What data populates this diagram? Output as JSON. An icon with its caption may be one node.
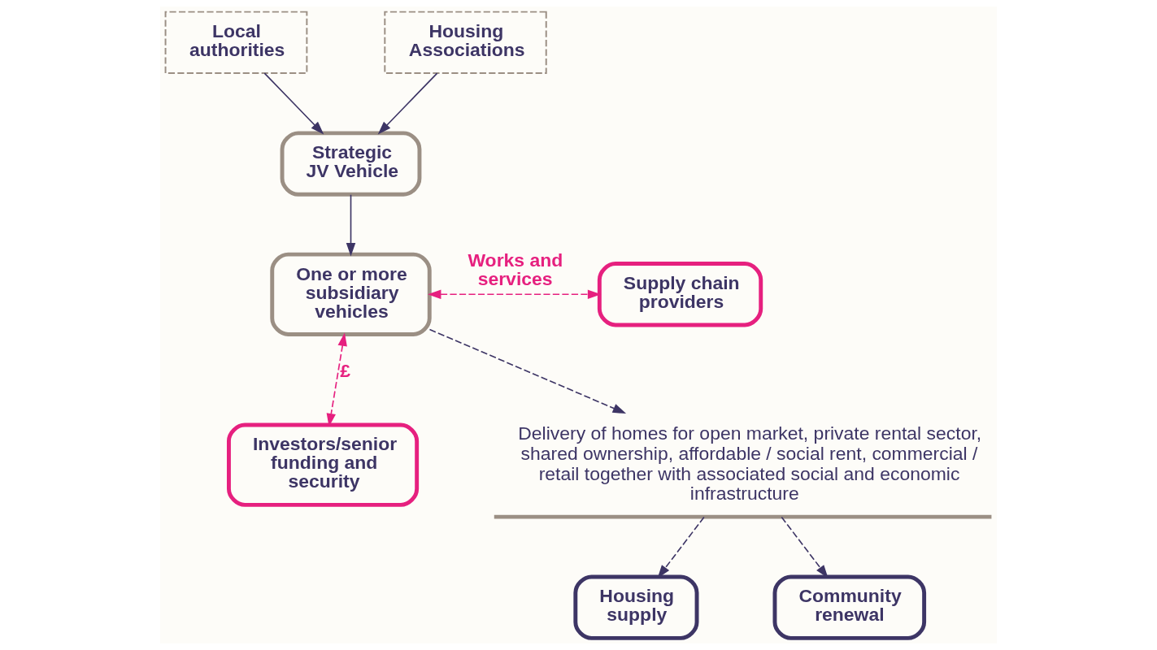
{
  "diagram": {
    "nodes": [
      {
        "text": [
          "Local authorities"
        ]
      },
      {
        "text": [
          "Housing Associations"
        ]
      },
      {
        "text": [
          "Strategic JV Vehicle"
        ]
      },
      {
        "text": [
          "One or more subsidiary vehicles"
        ]
      },
      {
        "text": [
          "Supply chain providers"
        ]
      },
      {
        "text": [
          "Investors/senior funding and security"
        ]
      },
      {
        "text": [
          "Delivery of homes for open market, private rental sector, shared ownership, affordable / social rent, commercial / retail together with associated social and economic infrastructure"
        ]
      },
      {
        "text": [
          "Housing supply"
        ]
      },
      {
        "text": [
          "Community renewal"
        ]
      }
    ],
    "edges": [
      {
        "from": 0,
        "to": 2,
        "arrow": "to"
      },
      {
        "from": 1,
        "to": 2,
        "arrow": "to"
      },
      {
        "from": 2,
        "to": 3,
        "arrow": "to"
      },
      {
        "from": 3,
        "to": 4,
        "arrow": "both",
        "label": "Works and services",
        "style": "dashed",
        "color": "#e6207f"
      },
      {
        "from": 3,
        "to": 5,
        "arrow": "both",
        "label": "£",
        "style": "dashed",
        "color": "#e6207f"
      },
      {
        "from": 3,
        "to": 6,
        "arrow": "to",
        "style": "dashed"
      },
      {
        "from": 6,
        "to": 7,
        "arrow": "to",
        "style": "dashed"
      },
      {
        "from": 6,
        "to": 8,
        "arrow": "to",
        "style": "dashed"
      }
    ]
  }
}
